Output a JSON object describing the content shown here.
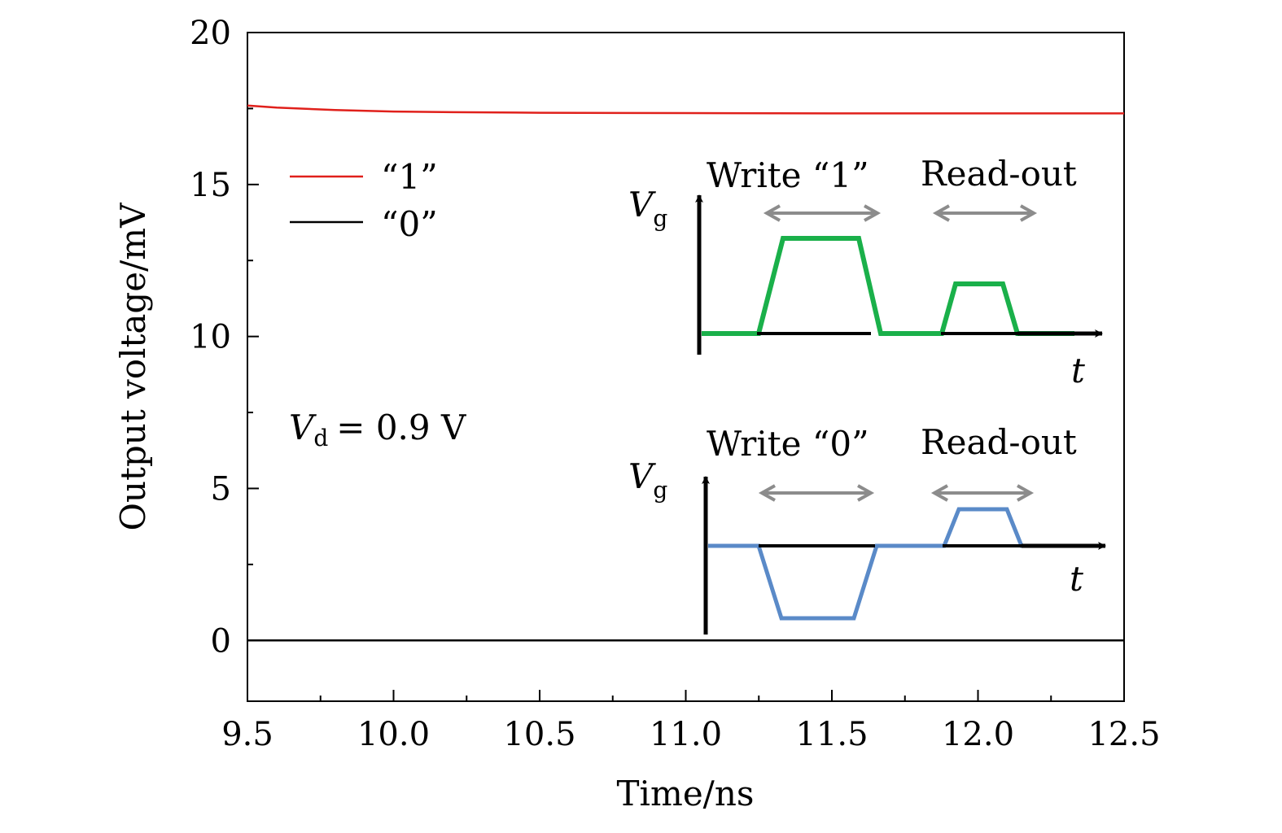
{
  "chart_data": {
    "type": "line",
    "xlabel": "Time/ns",
    "ylabel": "Output voltage/mV",
    "xlim": [
      9.5,
      12.5
    ],
    "ylim": [
      -2,
      20
    ],
    "xticks": [
      9.5,
      10.0,
      10.5,
      11.0,
      11.5,
      12.0,
      12.5
    ],
    "xtick_labels": [
      "9.5",
      "10.0",
      "10.5",
      "11.0",
      "11.5",
      "12.0",
      "12.5"
    ],
    "yticks": [
      0,
      5,
      10,
      15,
      20
    ],
    "ytick_labels": [
      "0",
      "5",
      "10",
      "15",
      "20"
    ],
    "grid": false,
    "legend_position": "top-left",
    "series": [
      {
        "name": "“1”",
        "color": "#e0201b",
        "x": [
          9.5,
          9.6,
          9.8,
          10.0,
          10.2,
          10.5,
          11.0,
          11.5,
          12.0,
          12.5
        ],
        "y": [
          17.6,
          17.53,
          17.45,
          17.4,
          17.38,
          17.36,
          17.35,
          17.34,
          17.34,
          17.34
        ]
      },
      {
        "name": "“0”",
        "color": "#000000",
        "x": [
          9.5,
          12.5
        ],
        "y": [
          0,
          0
        ]
      }
    ],
    "annotations": {
      "vd_symbol": "V",
      "vd_subscript": "d",
      "vd_value": "= 0.9 V"
    },
    "insets": [
      {
        "write_label": "Write “1”",
        "read_label": "Read-out",
        "vg_symbol": "V",
        "vg_subscript": "g",
        "t_label": "t",
        "pulse_color": "#1ab04a",
        "arrow_color": "#8c8c8c"
      },
      {
        "write_label": "Write “0”",
        "read_label": "Read-out",
        "vg_symbol": "V",
        "vg_subscript": "g",
        "t_label": "t",
        "pulse_color": "#5a8ac8",
        "arrow_color": "#8c8c8c"
      }
    ]
  }
}
